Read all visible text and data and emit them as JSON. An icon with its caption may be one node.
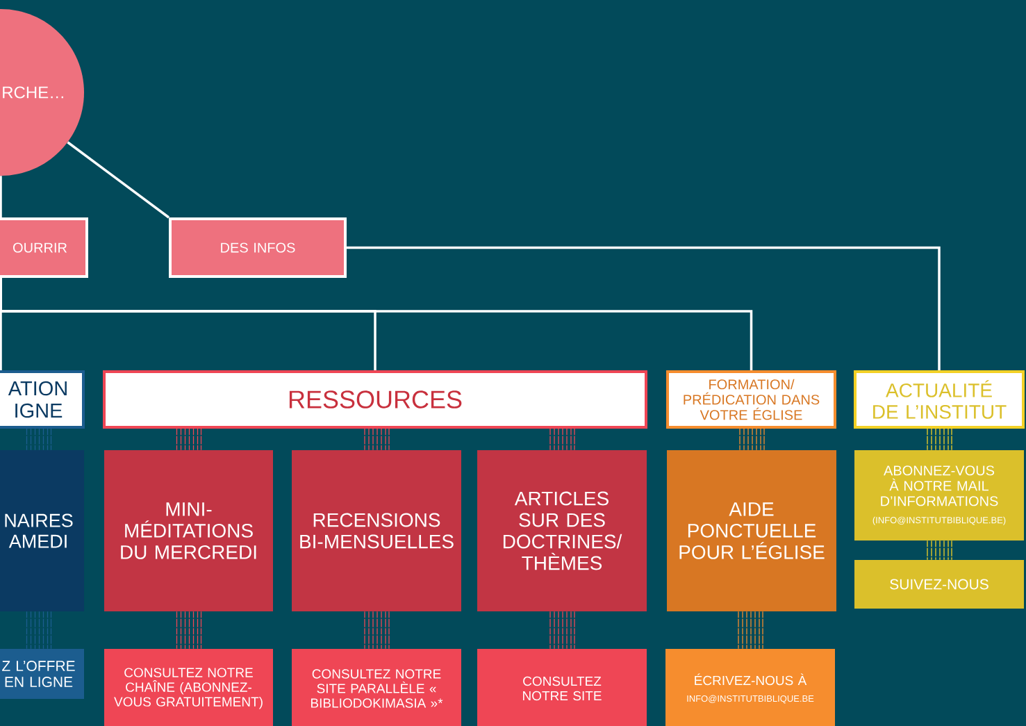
{
  "diagram": {
    "nodes": [
      {
        "text": [
          "RCHE…"
        ]
      },
      {
        "text": [
          "OURRIR"
        ]
      },
      {
        "text": [
          "DES INFOS"
        ]
      },
      {
        "text": [
          "ATION IGNE"
        ]
      },
      {
        "text": [
          "RESSOURCES"
        ]
      },
      {
        "text": [
          "FORMATION/ PRÉDICATION DANS VOTRE ÉGLISE"
        ]
      },
      {
        "text": [
          "ACTUALITÉ DE L’INSTITUT"
        ]
      },
      {
        "text": [
          "NAIRES AMEDI"
        ]
      },
      {
        "text": [
          "MINI- MÉDITATIONS DU MERCREDI"
        ]
      },
      {
        "text": [
          "RECENSIONS BI-MENSUELLES"
        ]
      },
      {
        "text": [
          "ARTICLES SUR DES DOCTRINES/ THÈMES"
        ]
      },
      {
        "text": [
          "AIDE PONCTUELLE POUR L’ÉGLISE"
        ]
      },
      {
        "text": [
          "ABONNEZ-VOUS À NOTRE MAIL D’INFORMATIONS",
          "(INFO@INSTITUTBIBLIQUE.BE)"
        ]
      },
      {
        "text": [
          "SUIVEZ-NOUS"
        ]
      },
      {
        "text": [
          "Z L’OFFRE EN LIGNE"
        ]
      },
      {
        "text": [
          "CONSULTEZ NOTRE CHAÎNE (ABONNEZ-VOUS GRATUITEMENT)"
        ]
      },
      {
        "text": [
          "CONSULTEZ NOTRE SITE PARALLÈLE « BIBLIODOKIMASIA »*"
        ]
      },
      {
        "text": [
          "CONSULTEZ NOTRE SITE"
        ]
      },
      {
        "text": [
          "ÉCRIVEZ-NOUS À",
          "INFO@INSTITUTBIBLIQUE.BE"
        ]
      }
    ],
    "edges": [
      {
        "from": 0,
        "to": 1,
        "arrow": "none",
        "color": "#ffffff"
      },
      {
        "from": 0,
        "to": 2,
        "arrow": "none",
        "color": "#ffffff"
      },
      {
        "from": 2,
        "to": 6,
        "arrow": "none",
        "color": "#ffffff"
      },
      {
        "from": 1,
        "to": 3,
        "arrow": "none",
        "color": "#ffffff"
      },
      {
        "from": 1,
        "to": 4,
        "arrow": "none",
        "color": "#ffffff"
      },
      {
        "from": 1,
        "to": 5,
        "arrow": "none",
        "color": "#ffffff"
      },
      {
        "from": 3,
        "to": 7,
        "arrow": "none",
        "style": "dashed",
        "color": "#1c5d8f"
      },
      {
        "from": 4,
        "to": 8,
        "arrow": "none",
        "style": "dashed",
        "color": "#ef4655"
      },
      {
        "from": 4,
        "to": 9,
        "arrow": "none",
        "style": "dashed",
        "color": "#ef4655"
      },
      {
        "from": 4,
        "to": 10,
        "arrow": "none",
        "style": "dashed",
        "color": "#ef4655"
      },
      {
        "from": 5,
        "to": 11,
        "arrow": "none",
        "style": "dashed",
        "color": "#f68d2e"
      },
      {
        "from": 6,
        "to": 12,
        "arrow": "none",
        "style": "dashed",
        "color": "#f3d126"
      },
      {
        "from": 12,
        "to": 13,
        "arrow": "none",
        "style": "dashed",
        "color": "#f3d126"
      },
      {
        "from": 7,
        "to": 14,
        "arrow": "none",
        "style": "dashed",
        "color": "#1c5d8f"
      },
      {
        "from": 8,
        "to": 15,
        "arrow": "none",
        "style": "dashed",
        "color": "#ef4655"
      },
      {
        "from": 9,
        "to": 16,
        "arrow": "none",
        "style": "dashed",
        "color": "#ef4655"
      },
      {
        "from": 10,
        "to": 17,
        "arrow": "none",
        "style": "dashed",
        "color": "#ef4655"
      },
      {
        "from": 11,
        "to": 18,
        "arrow": "none",
        "style": "dashed",
        "color": "#f68d2e"
      }
    ]
  }
}
